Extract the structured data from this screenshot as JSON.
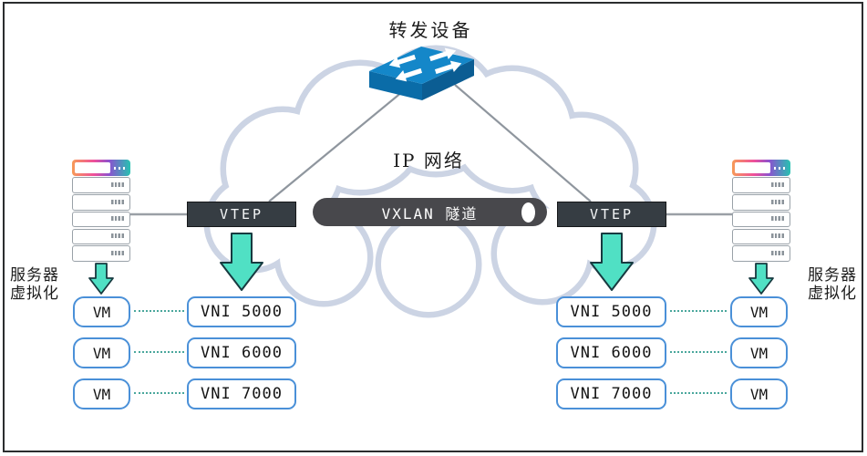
{
  "diagram": {
    "forwarding_device_label": "转发设备",
    "ip_network_label": "IP 网络",
    "tunnel_label": "VXLAN 隧道",
    "vtep_left_label": "VTEP",
    "vtep_right_label": "VTEP",
    "server_virtualization_left": {
      "line1": "服务器",
      "line2": "虚拟化"
    },
    "server_virtualization_right": {
      "line1": "服务器",
      "line2": "虚拟化"
    },
    "left_vms": [
      "VM",
      "VM",
      "VM"
    ],
    "left_vnis": [
      "VNI 5000",
      "VNI 6000",
      "VNI 7000"
    ],
    "right_vnis": [
      "VNI 5000",
      "VNI 6000",
      "VNI 7000"
    ],
    "right_vms": [
      "VM",
      "VM",
      "VM"
    ]
  },
  "colors": {
    "arrow_teal": "#50e0c4",
    "arrow_outline": "#173a40",
    "box_border_blue": "#4a90d8",
    "dotted_connector": "#4aa79c",
    "vtep_background": "#363d43",
    "tunnel_background": "#48484c",
    "cloud_outline": "#ccd4e4",
    "switch_top_blue": "#1487c9",
    "switch_front_blue": "#0a6ca8",
    "switch_side_blue": "#0b5d93",
    "connector_gray": "#9aa0a6"
  }
}
